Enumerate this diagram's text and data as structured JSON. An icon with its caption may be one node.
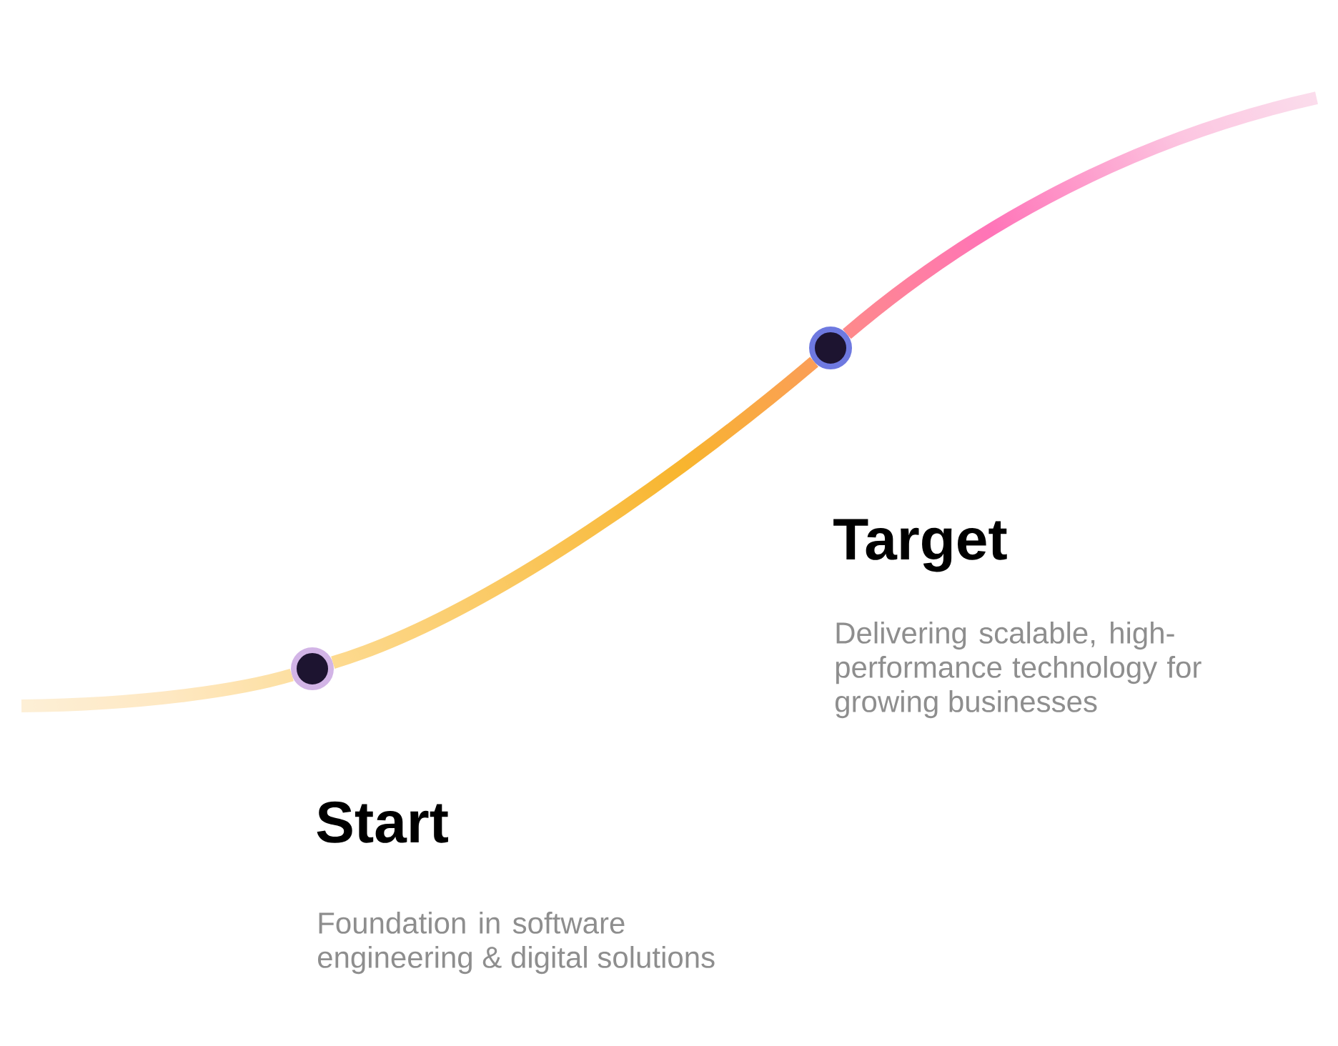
{
  "diagram": {
    "nodes": [
      {
        "text": [],
        "shape": "circle",
        "beside": [
          "Start",
          "Foundation in software engineering & digital solutions"
        ]
      },
      {
        "text": [],
        "shape": "circle",
        "beside": [
          "Target",
          "Delivering scalable, high-performance technology for growing businesses"
        ]
      }
    ],
    "edges": [
      {
        "from": null,
        "to": 0,
        "arrow": "none"
      },
      {
        "from": 0,
        "to": 1,
        "arrow": "none"
      },
      {
        "from": 1,
        "to": null,
        "arrow": "none"
      }
    ]
  }
}
